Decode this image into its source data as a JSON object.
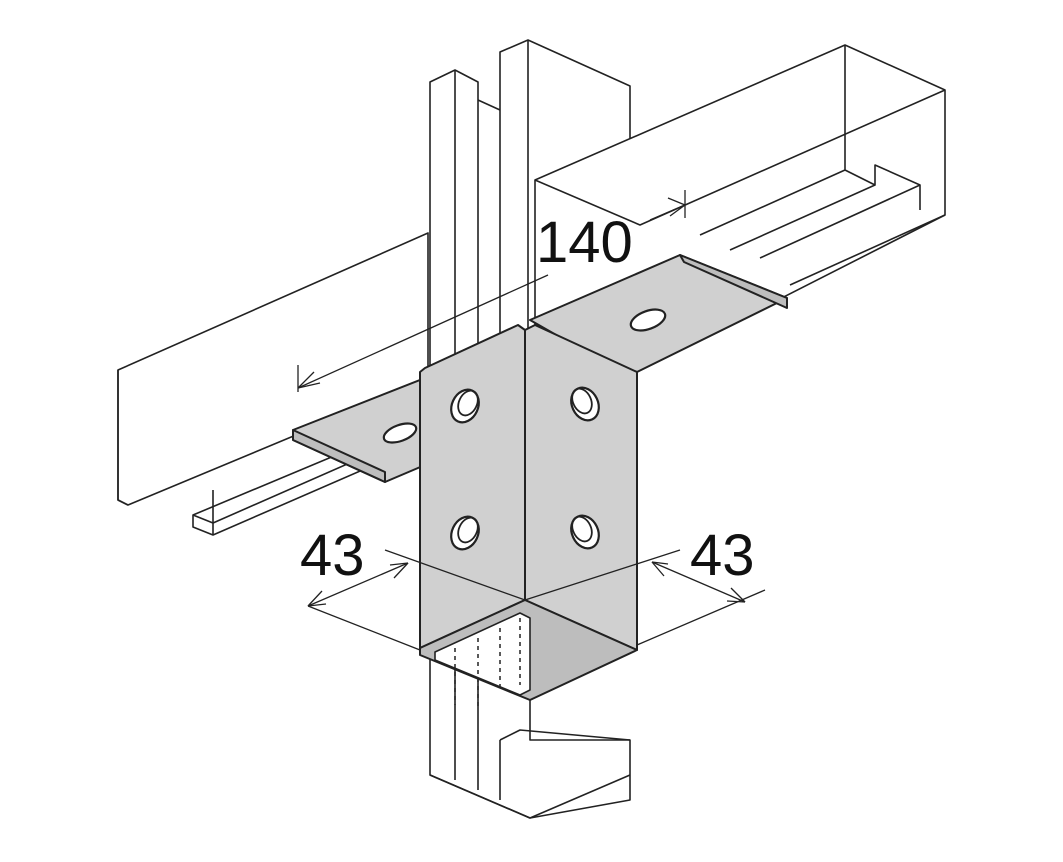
{
  "dimensions": {
    "flange_length": "140",
    "left_leg": "43",
    "right_leg": "43"
  }
}
